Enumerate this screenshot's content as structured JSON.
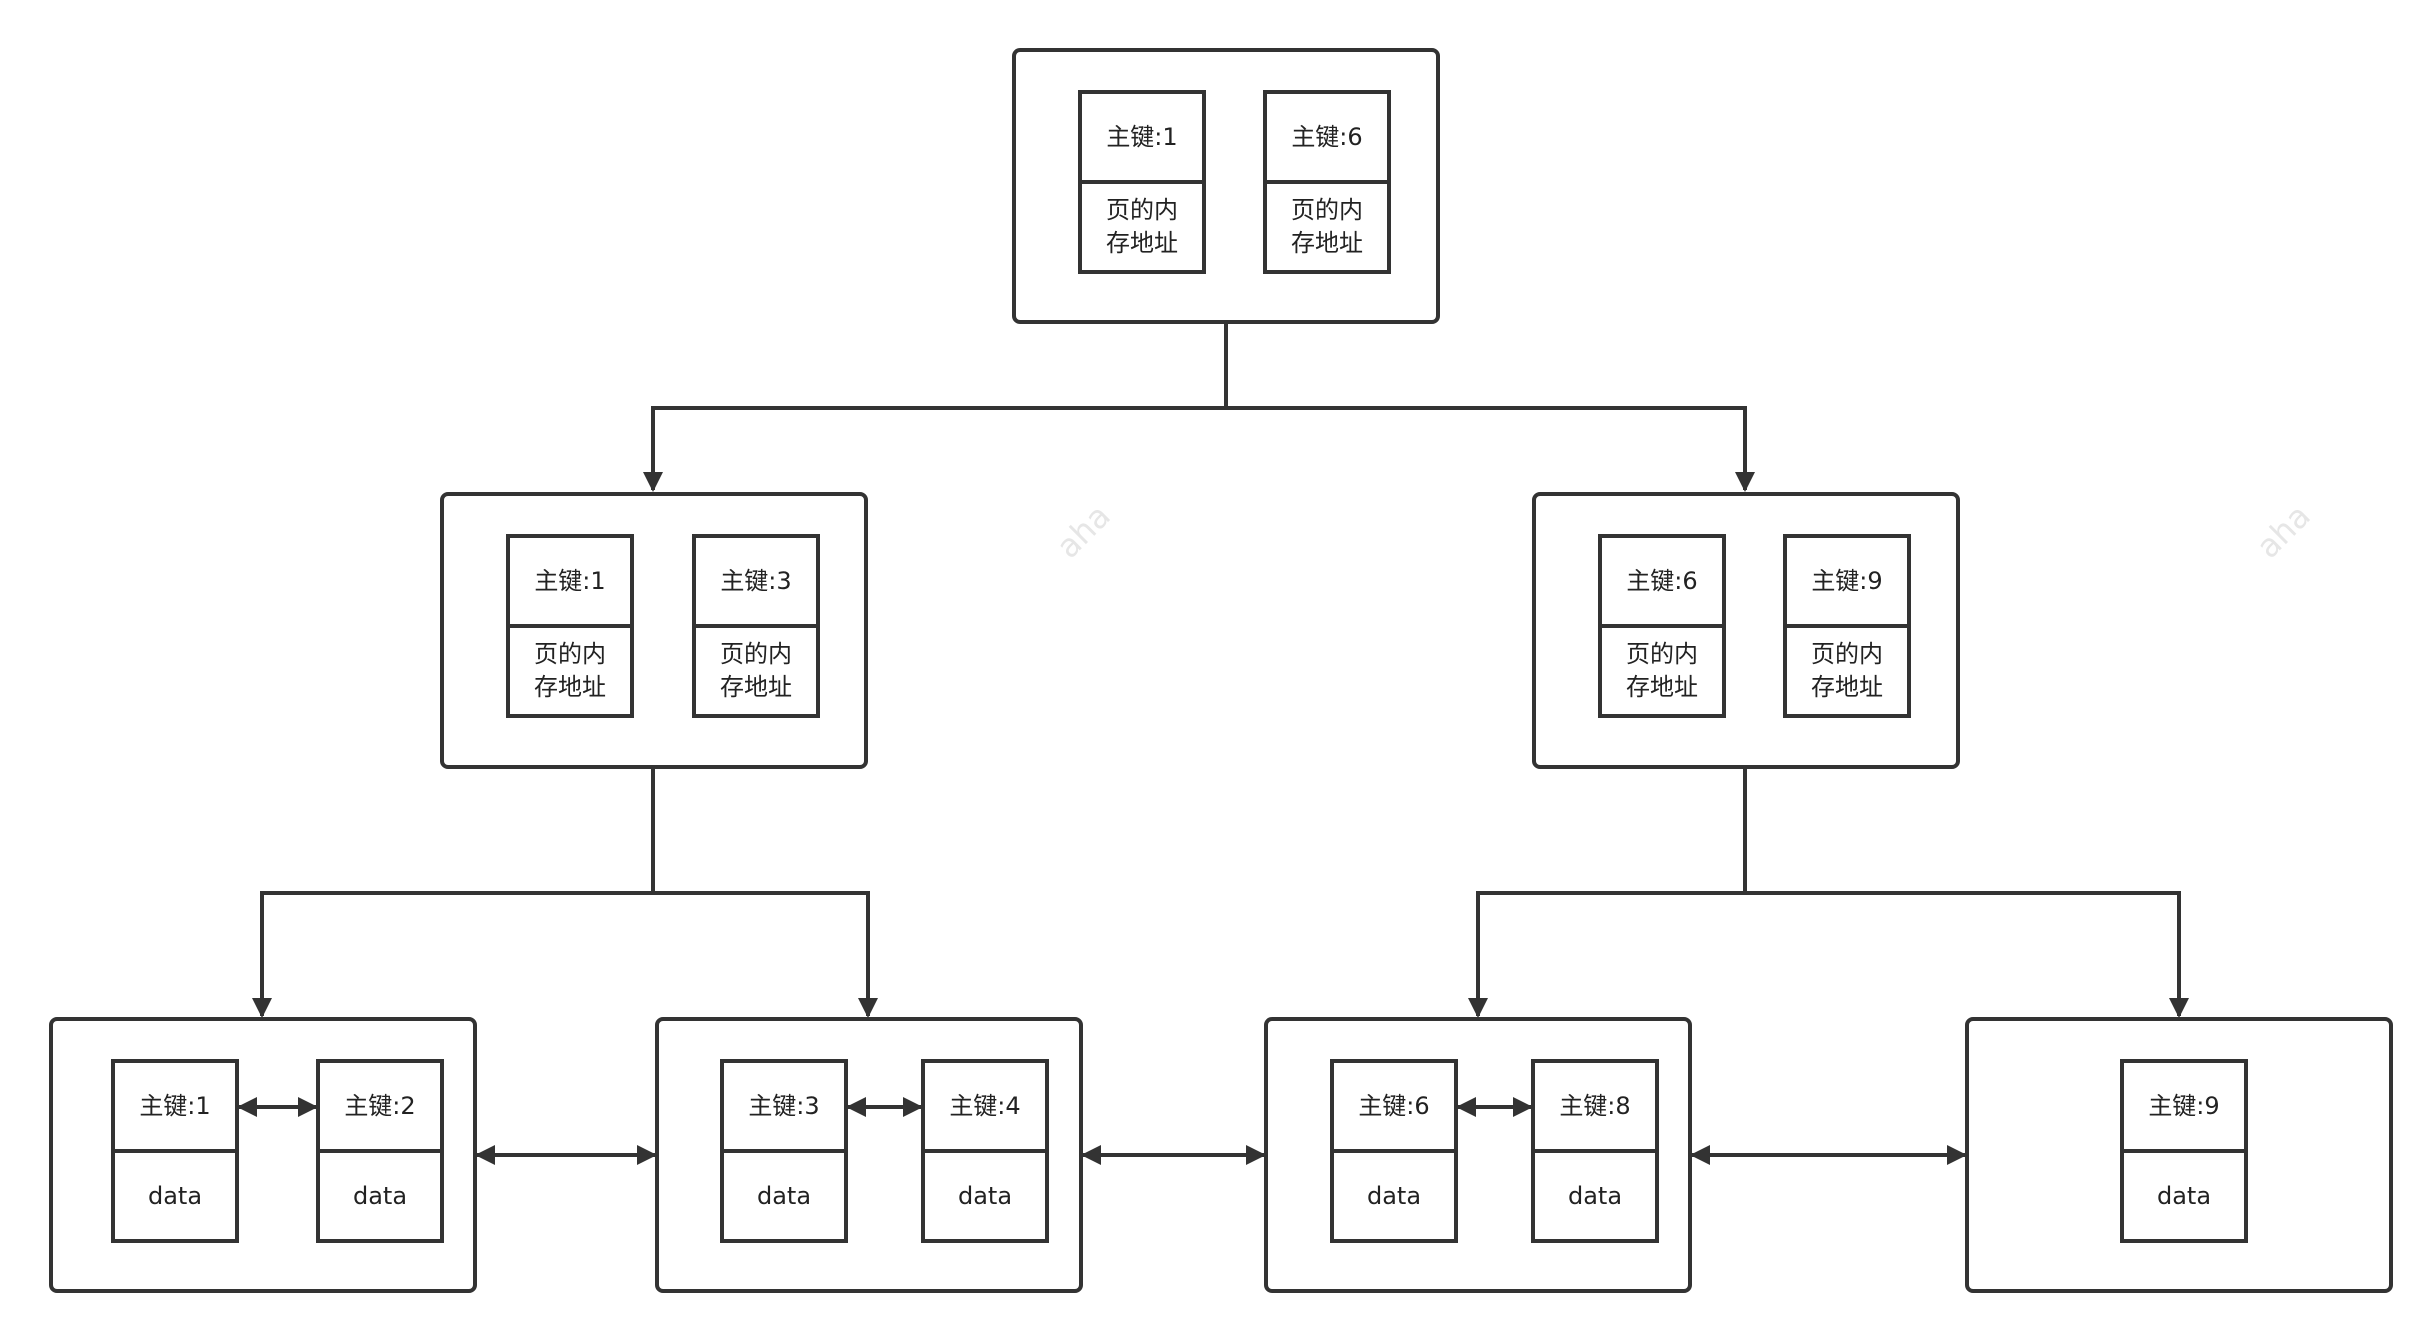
{
  "diagram": {
    "watermark": "aha",
    "root": {
      "entries": [
        {
          "key": "主键:1",
          "ptr_line1": "页的内",
          "ptr_line2": "存地址"
        },
        {
          "key": "主键:6",
          "ptr_line1": "页的内",
          "ptr_line2": "存地址"
        }
      ]
    },
    "internal": [
      {
        "entries": [
          {
            "key": "主键:1",
            "ptr_line1": "页的内",
            "ptr_line2": "存地址"
          },
          {
            "key": "主键:3",
            "ptr_line1": "页的内",
            "ptr_line2": "存地址"
          }
        ]
      },
      {
        "entries": [
          {
            "key": "主键:6",
            "ptr_line1": "页的内",
            "ptr_line2": "存地址"
          },
          {
            "key": "主键:9",
            "ptr_line1": "页的内",
            "ptr_line2": "存地址"
          }
        ]
      }
    ],
    "leaves": [
      {
        "entries": [
          {
            "key": "主键:1",
            "data": "data"
          },
          {
            "key": "主键:2",
            "data": "data"
          }
        ]
      },
      {
        "entries": [
          {
            "key": "主键:3",
            "data": "data"
          },
          {
            "key": "主键:4",
            "data": "data"
          }
        ]
      },
      {
        "entries": [
          {
            "key": "主键:6",
            "data": "data"
          },
          {
            "key": "主键:8",
            "data": "data"
          }
        ]
      },
      {
        "entries": [
          {
            "key": "主键:9",
            "data": "data"
          }
        ]
      }
    ]
  }
}
